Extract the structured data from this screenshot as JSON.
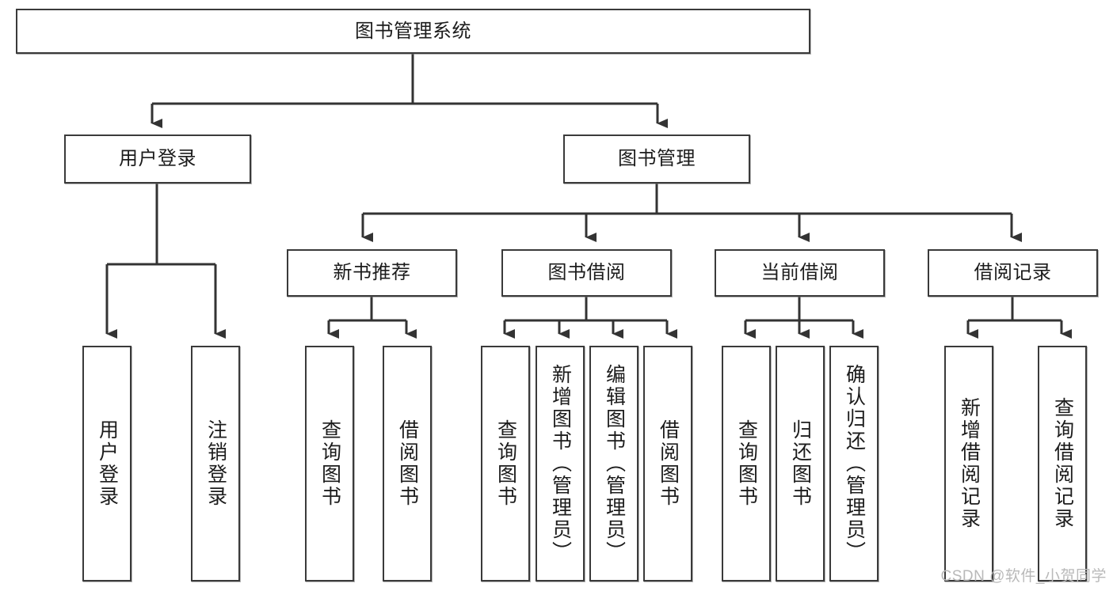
{
  "diagram": {
    "title": "图书管理系统",
    "type": "tree",
    "watermark": "CSDN @软件_小贺同学",
    "colors": {
      "box_border": "#3a3a3a",
      "box_fill": "#ffffff",
      "connector": "#333333",
      "text": "#1c1c1c",
      "watermark": "#b9b9b9"
    },
    "nodes": {
      "root": {
        "label": "图书管理系统"
      },
      "level1": [
        {
          "id": "user-login",
          "label": "用户登录"
        },
        {
          "id": "book-management",
          "label": "图书管理"
        }
      ],
      "level2": [
        {
          "id": "new-book-recommend",
          "label": "新书推荐"
        },
        {
          "id": "book-borrow",
          "label": "图书借阅"
        },
        {
          "id": "current-borrow",
          "label": "当前借阅"
        },
        {
          "id": "borrow-record",
          "label": "借阅记录"
        }
      ],
      "leaves": {
        "user-login": [
          {
            "id": "leaf-user-login",
            "label": "用户登录"
          },
          {
            "id": "leaf-logout",
            "label": "注销登录"
          }
        ],
        "new-book-recommend": [
          {
            "id": "leaf-query-book-1",
            "label": "查询图书"
          },
          {
            "id": "leaf-borrow-book-1",
            "label": "借阅图书"
          }
        ],
        "book-borrow": [
          {
            "id": "leaf-query-book-2",
            "label": "查询图书"
          },
          {
            "id": "leaf-add-book",
            "label": "新增图书（管理员）"
          },
          {
            "id": "leaf-edit-book",
            "label": "编辑图书（管理员）"
          },
          {
            "id": "leaf-borrow-book-2",
            "label": "借阅图书"
          }
        ],
        "current-borrow": [
          {
            "id": "leaf-query-book-3",
            "label": "查询图书"
          },
          {
            "id": "leaf-return-book",
            "label": "归还图书"
          },
          {
            "id": "leaf-confirm-return",
            "label": "确认归还（管理员）"
          }
        ],
        "borrow-record": [
          {
            "id": "leaf-add-record",
            "label": "新增借阅记录"
          },
          {
            "id": "leaf-query-record",
            "label": "查询借阅记录"
          }
        ]
      }
    }
  }
}
